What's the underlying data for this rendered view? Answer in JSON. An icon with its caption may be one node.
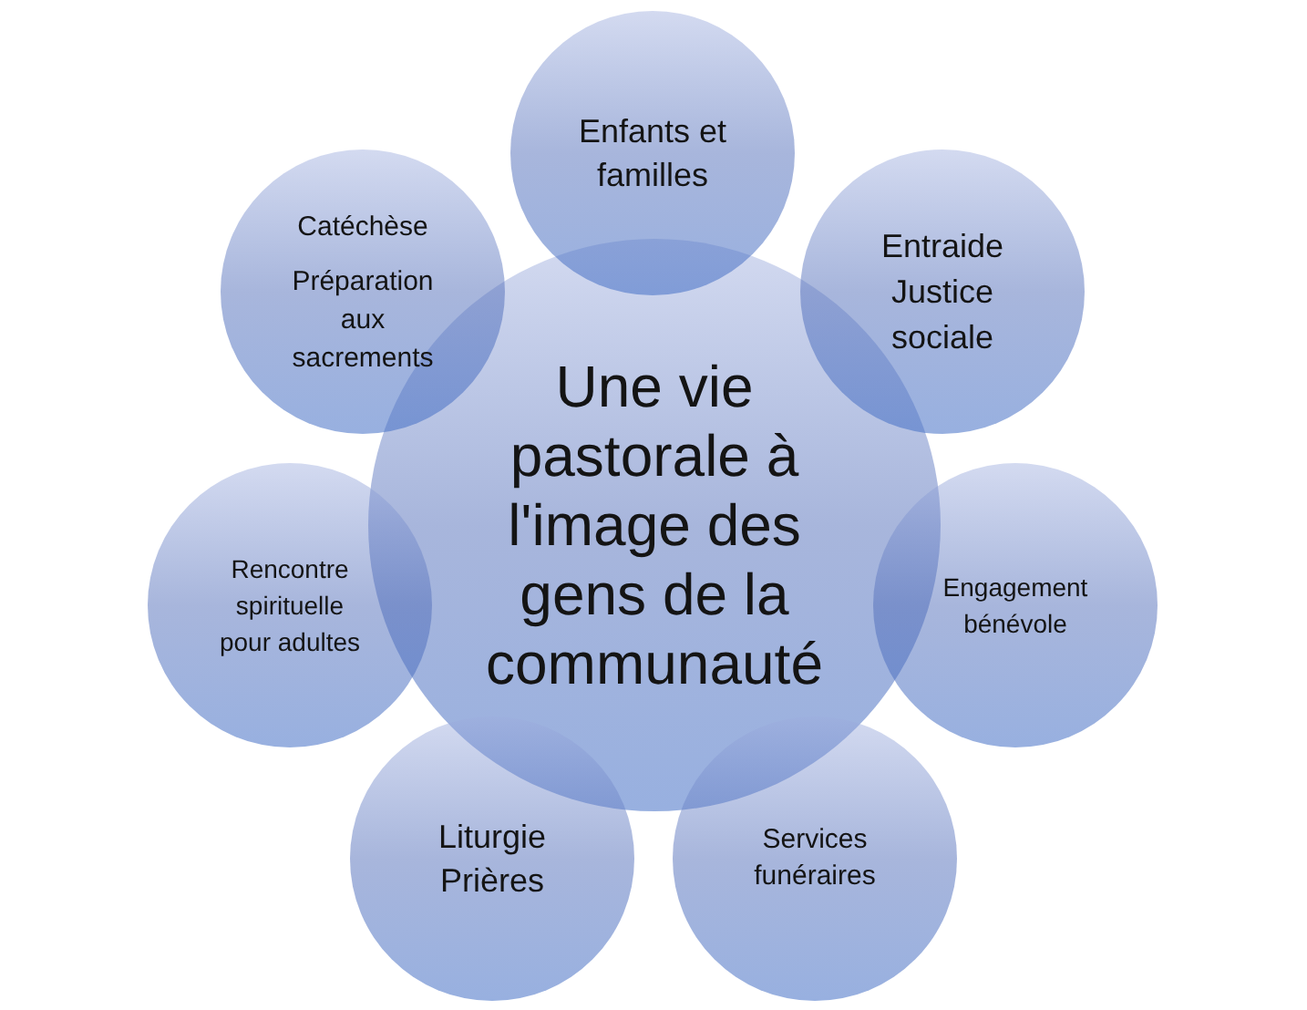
{
  "diagram": {
    "nodes": [
      {
        "text": [
          "Une vie pastorale à l'image des gens de la communauté"
        ]
      },
      {
        "text": [
          "Enfants et familles"
        ]
      },
      {
        "text": [
          "Entraide Justice sociale"
        ]
      },
      {
        "text": [
          "Engagement bénévole"
        ]
      },
      {
        "text": [
          "Services funéraires"
        ]
      },
      {
        "text": [
          "Liturgie Prières"
        ]
      },
      {
        "text": [
          "Rencontre spirituelle pour adultes"
        ]
      },
      {
        "text": [
          "Catéchèse",
          "Préparation aux sacrements"
        ]
      }
    ]
  }
}
